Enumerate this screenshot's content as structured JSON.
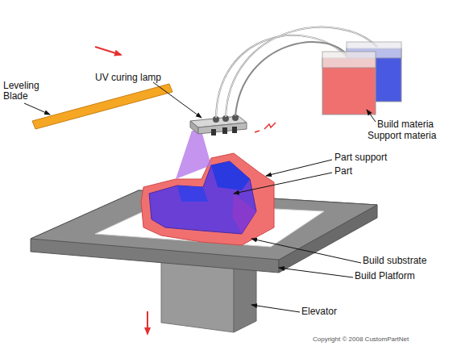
{
  "diagram": {
    "labels": [
      "Leveling Blade",
      "UV curing lamp",
      "Build materia",
      "Support materia",
      "Part support",
      "Part",
      "Build substrate",
      "Build Platform",
      "Elevator",
      "Copyright © 2008 CustomPartNet"
    ]
  }
}
